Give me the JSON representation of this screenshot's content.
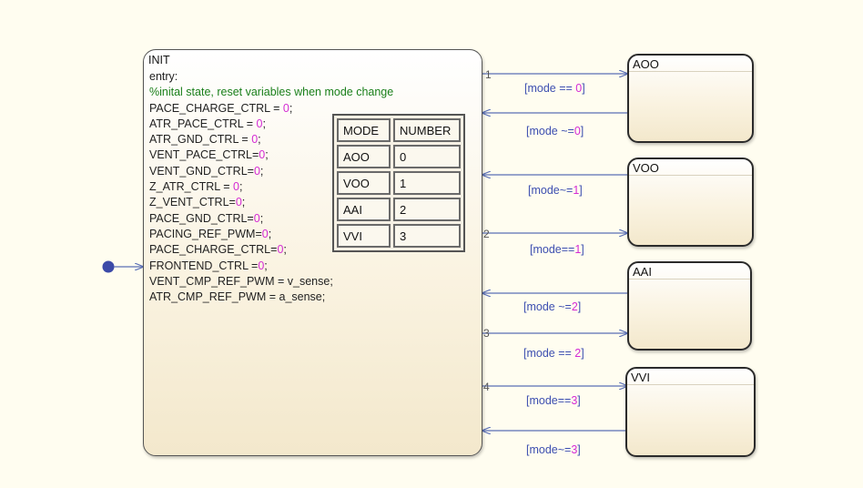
{
  "init_state": {
    "name": "INIT",
    "code_lines": [
      [
        {
          "t": "entry:",
          "c": "txt"
        }
      ],
      [
        {
          "t": "%inital state, reset variables when mode change",
          "c": "cmt"
        }
      ],
      [
        {
          "t": "PACE_CHARGE_CTRL = ",
          "c": "txt"
        },
        {
          "t": "0",
          "c": "num"
        },
        {
          "t": ";",
          "c": "txt"
        }
      ],
      [
        {
          "t": "ATR_PACE_CTRL = ",
          "c": "txt"
        },
        {
          "t": "0",
          "c": "num"
        },
        {
          "t": ";",
          "c": "txt"
        }
      ],
      [
        {
          "t": "ATR_GND_CTRL = ",
          "c": "txt"
        },
        {
          "t": "0",
          "c": "num"
        },
        {
          "t": ";",
          "c": "txt"
        }
      ],
      [
        {
          "t": "VENT_PACE_CTRL=",
          "c": "txt"
        },
        {
          "t": "0",
          "c": "num"
        },
        {
          "t": ";",
          "c": "txt"
        }
      ],
      [
        {
          "t": "VENT_GND_CTRL=",
          "c": "txt"
        },
        {
          "t": "0",
          "c": "num"
        },
        {
          "t": ";",
          "c": "txt"
        }
      ],
      [
        {
          "t": "Z_ATR_CTRL = ",
          "c": "txt"
        },
        {
          "t": "0",
          "c": "num"
        },
        {
          "t": ";",
          "c": "txt"
        }
      ],
      [
        {
          "t": "Z_VENT_CTRL=",
          "c": "txt"
        },
        {
          "t": "0",
          "c": "num"
        },
        {
          "t": ";",
          "c": "txt"
        }
      ],
      [
        {
          "t": "PACE_GND_CTRL=",
          "c": "txt"
        },
        {
          "t": "0",
          "c": "num"
        },
        {
          "t": ";",
          "c": "txt"
        }
      ],
      [
        {
          "t": "PACING_REF_PWM=",
          "c": "txt"
        },
        {
          "t": "0",
          "c": "num"
        },
        {
          "t": ";",
          "c": "txt"
        }
      ],
      [
        {
          "t": "PACE_CHARGE_CTRL=",
          "c": "txt"
        },
        {
          "t": "0",
          "c": "num"
        },
        {
          "t": ";",
          "c": "txt"
        }
      ],
      [
        {
          "t": "FRONTEND_CTRL =",
          "c": "txt"
        },
        {
          "t": "0",
          "c": "num"
        },
        {
          "t": ";",
          "c": "txt"
        }
      ],
      [
        {
          "t": "VENT_CMP_REF_PWM = v_sense;",
          "c": "txt"
        }
      ],
      [
        {
          "t": "ATR_CMP_REF_PWM = a_sense;",
          "c": "txt"
        }
      ]
    ]
  },
  "mode_table": {
    "header": [
      "MODE",
      "NUMBER"
    ],
    "rows": [
      [
        "AOO",
        "0"
      ],
      [
        "VOO",
        "1"
      ],
      [
        "AAI",
        "2"
      ],
      [
        "VVI",
        "3"
      ]
    ]
  },
  "states": [
    {
      "id": "aoo",
      "name": "AOO"
    },
    {
      "id": "voo",
      "name": "VOO"
    },
    {
      "id": "aai",
      "name": "AAI"
    },
    {
      "id": "vvi",
      "name": "VVI"
    }
  ],
  "transitions": [
    {
      "priority": "1",
      "guard": [
        {
          "t": "[mode == ",
          "c": "txt"
        },
        {
          "t": "0",
          "c": "num"
        },
        {
          "t": "]",
          "c": "txt"
        }
      ],
      "direction": "out",
      "target": "AOO"
    },
    {
      "priority": "",
      "guard": [
        {
          "t": "[mode ~=",
          "c": "txt"
        },
        {
          "t": "0",
          "c": "num"
        },
        {
          "t": "]",
          "c": "txt"
        }
      ],
      "direction": "in",
      "target": "AOO"
    },
    {
      "priority": "",
      "guard": [
        {
          "t": "[mode~=",
          "c": "txt"
        },
        {
          "t": "1",
          "c": "num"
        },
        {
          "t": "]",
          "c": "txt"
        }
      ],
      "direction": "in",
      "target": "VOO"
    },
    {
      "priority": "2",
      "guard": [
        {
          "t": "[mode==",
          "c": "txt"
        },
        {
          "t": "1",
          "c": "num"
        },
        {
          "t": "]",
          "c": "txt"
        }
      ],
      "direction": "out",
      "target": "VOO"
    },
    {
      "priority": "",
      "guard": [
        {
          "t": "[mode ~=",
          "c": "txt"
        },
        {
          "t": "2",
          "c": "num"
        },
        {
          "t": "]",
          "c": "txt"
        }
      ],
      "direction": "in",
      "target": "AAI"
    },
    {
      "priority": "3",
      "guard": [
        {
          "t": "[mode == ",
          "c": "txt"
        },
        {
          "t": "2",
          "c": "num"
        },
        {
          "t": "]",
          "c": "txt"
        }
      ],
      "direction": "out",
      "target": "AAI"
    },
    {
      "priority": "4",
      "guard": [
        {
          "t": "[mode==",
          "c": "txt"
        },
        {
          "t": "3",
          "c": "num"
        },
        {
          "t": "]",
          "c": "txt"
        }
      ],
      "direction": "out",
      "target": "VVI"
    },
    {
      "priority": "",
      "guard": [
        {
          "t": "[mode~=",
          "c": "txt"
        },
        {
          "t": "3",
          "c": "num"
        },
        {
          "t": "]",
          "c": "txt"
        }
      ],
      "direction": "in",
      "target": "VVI"
    }
  ],
  "colors": {
    "background": "#fffdf0",
    "transition_line": "#5a6fb5",
    "guard_text": "#3d4fb0",
    "number_literal": "#d42bd4",
    "comment": "#1a7f1a",
    "default_transition_dot": "#3c4aa8"
  }
}
